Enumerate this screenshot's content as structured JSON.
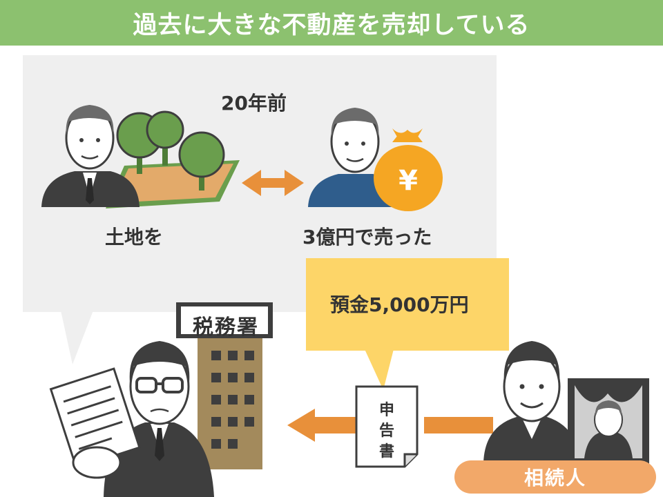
{
  "title": "過去に大きな不動産を売却している",
  "scene": {
    "time_label": "20年前",
    "land_label": "土地を",
    "price_label": "3億円で売った",
    "yen_symbol": "¥"
  },
  "deposit_label": "預金5,000万円",
  "tax_office_sign": "税務署",
  "document": {
    "line1": "申",
    "line2": "告",
    "line3": "書"
  },
  "heir_label": "相続人",
  "colors": {
    "title_bar": "#8cc16f",
    "speech_bubble_gray": "#efefef",
    "speech_bubble_yellow": "#fdd568",
    "arrow_orange": "#e8903a",
    "heir_pill": "#f2a869",
    "money_bag": "#f5a623",
    "building_brown": "#a38a5c",
    "tree_green": "#6a9e4d",
    "land_brown": "#e3aa6a",
    "shirt_blue": "#2f5d8c",
    "suit_dark": "#3e3e3e"
  }
}
